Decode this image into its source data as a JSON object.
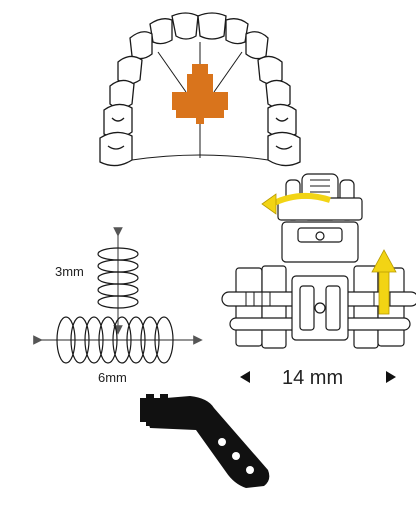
{
  "labels": {
    "vertical_spring": "3mm",
    "horizontal_spring": "6mm",
    "width_dimension": "14 mm"
  },
  "colors": {
    "accent_orange": "#D9741C",
    "accent_yellow": "#F2D414",
    "line": "#1a1a1a",
    "metal_fill": "#ffffff",
    "arrow_gray": "#555555",
    "key_black": "#111111"
  },
  "icons": {
    "arch": "dental-arch-icon",
    "expander": "palatal-expander-icon",
    "key": "activation-key-icon"
  }
}
